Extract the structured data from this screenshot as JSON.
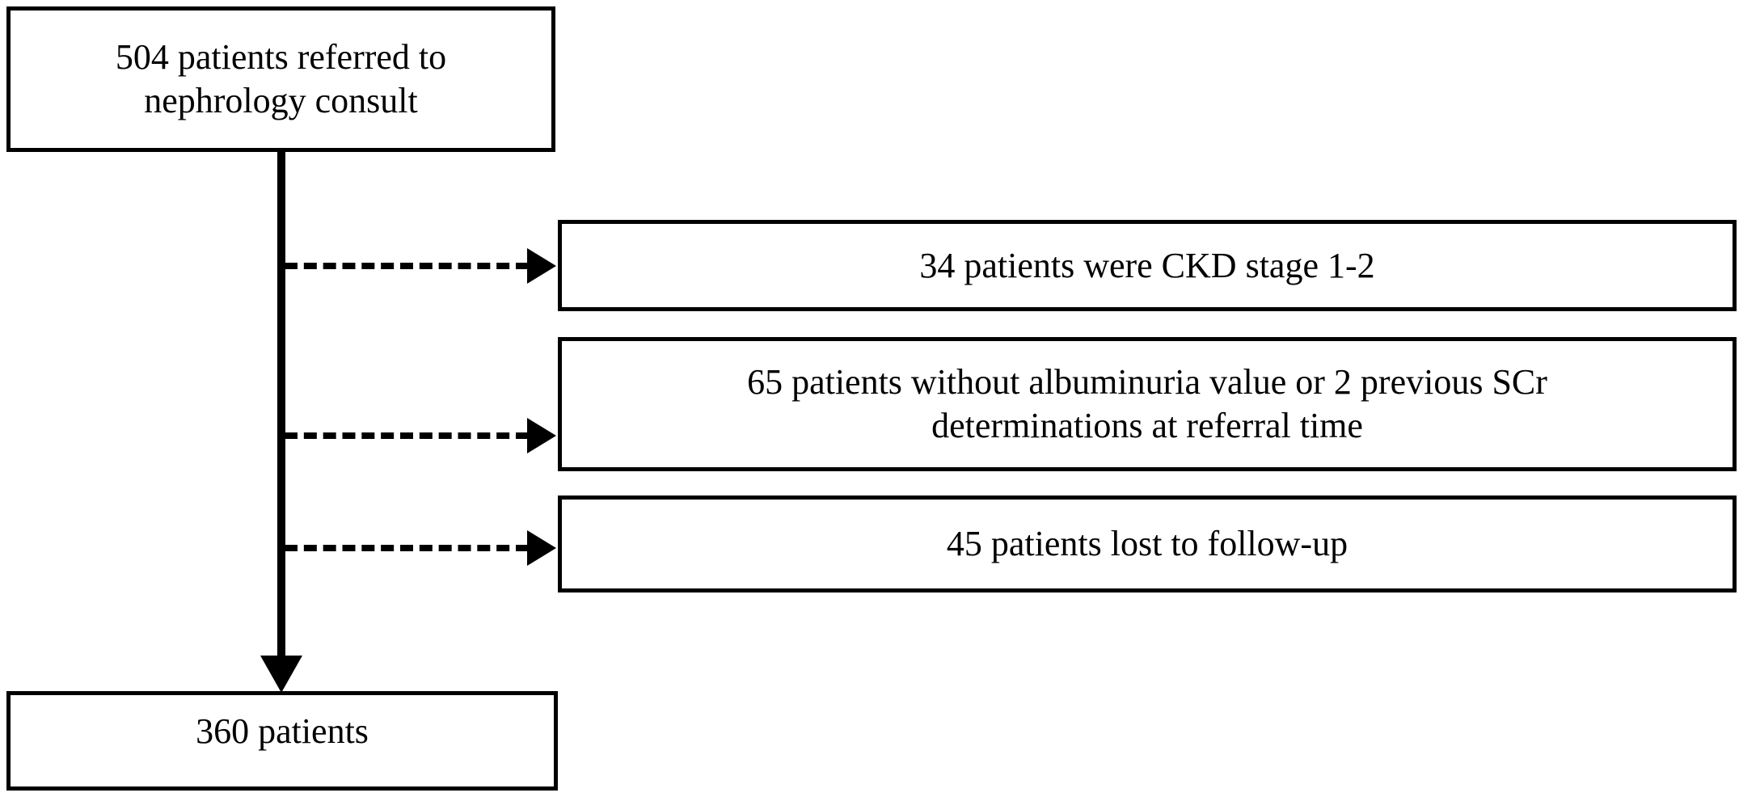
{
  "figure": {
    "type": "flowchart",
    "orientation": "vertical-with-side-exclusions",
    "background_color": "#ffffff",
    "line_color": "#000000"
  },
  "nodes": {
    "start": {
      "label": "504 patients referred to nephrology consult",
      "line1": "504 patients referred to",
      "line2": "nephrology consult",
      "count": "504",
      "shape": "rectangle"
    },
    "end": {
      "label": "360 patients",
      "count": "360",
      "shape": "rectangle"
    }
  },
  "exclusions": [
    {
      "label": "34 patients were CKD stage 1-2",
      "line1": "34 patients were CKD stage 1-2",
      "line2": "",
      "count": "34"
    },
    {
      "label": "65 patients without albuminuria value or 2 previous SCr determinations at referral time",
      "line1": "65 patients without albuminuria value or 2 previous SCr",
      "line2": "determinations at referral time",
      "count": "65"
    },
    {
      "label": "45 patients lost to follow-up",
      "line1": "45 patients lost to follow-up",
      "line2": "",
      "count": "45"
    }
  ],
  "connectors": {
    "main_arrow": "arrow-down-solid",
    "exclusion_arrow": "arrow-right-dashed"
  }
}
